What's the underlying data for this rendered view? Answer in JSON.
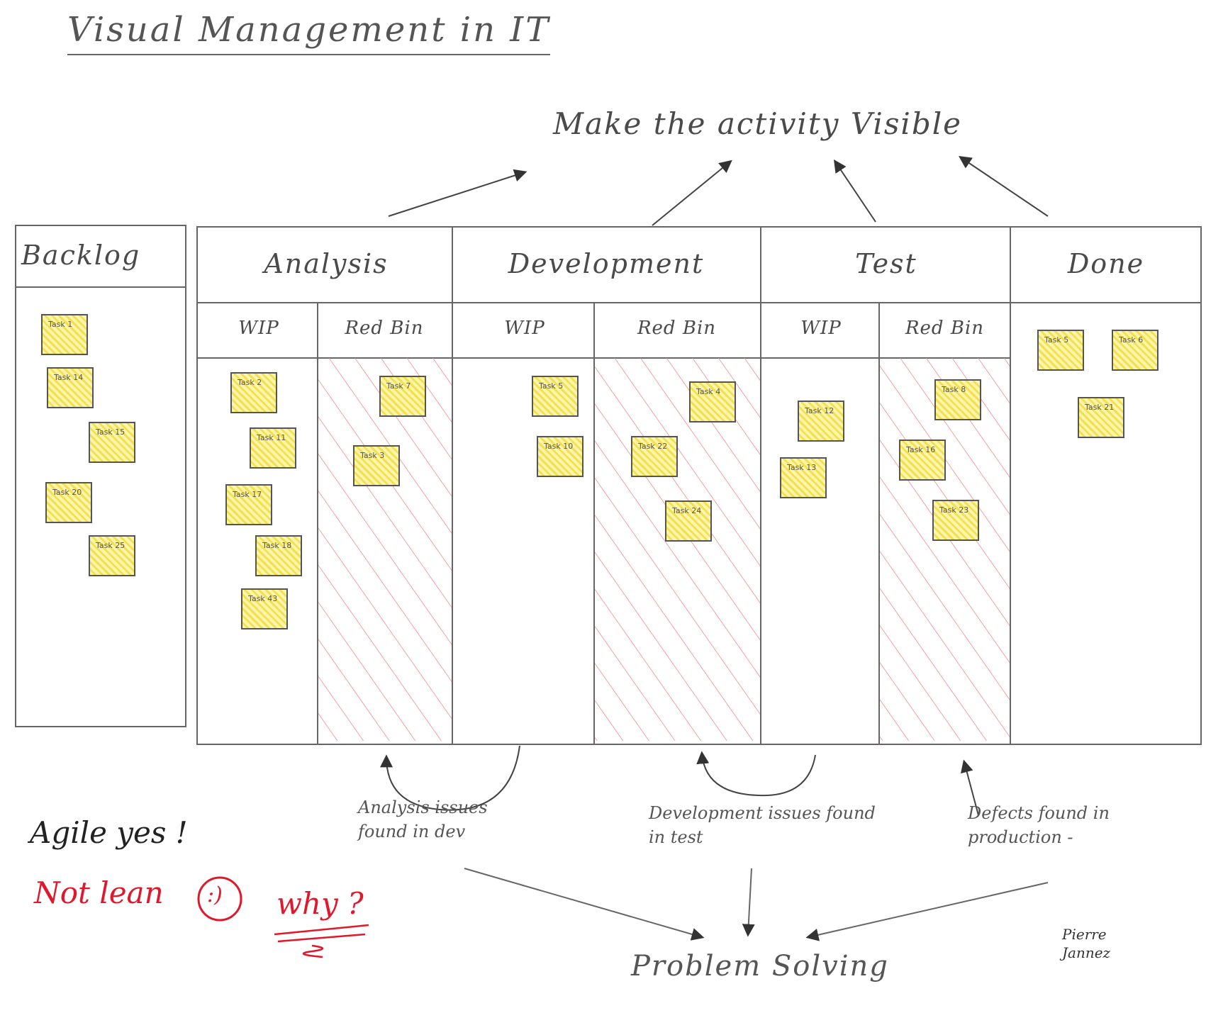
{
  "title": "Visual Management in IT",
  "subtitle": "Make the activity Visible",
  "backlog": {
    "header": "Backlog",
    "tasks": [
      "Task 1",
      "Task 14",
      "Task 15",
      "Task 20",
      "Task 25"
    ]
  },
  "board": {
    "columns": [
      {
        "label": "Analysis",
        "wip_label": "WIP",
        "redbin_label": "Red Bin"
      },
      {
        "label": "Development",
        "wip_label": "WIP",
        "redbin_label": "Red Bin"
      },
      {
        "label": "Test",
        "wip_label": "WIP",
        "redbin_label": "Red Bin"
      }
    ],
    "done_label": "Done",
    "tasks": {
      "analysis_wip": [
        "Task 2",
        "Task 11",
        "Task 17",
        "Task 18",
        "Task 43"
      ],
      "analysis_redbin": [
        "Task 7",
        "Task 3"
      ],
      "development_wip": [
        "Task 5",
        "Task 10"
      ],
      "development_redbin": [
        "Task 4",
        "Task 22",
        "Task 24"
      ],
      "test_wip": [
        "Task 12",
        "Task 13"
      ],
      "test_redbin": [
        "Task 8",
        "Task 16",
        "Task 23"
      ],
      "done": [
        "Task 5",
        "Task 6",
        "Task 21"
      ]
    }
  },
  "notes": {
    "analysis_issues": "Analysis issues found in dev",
    "development_issues": "Development issues found in test",
    "defects": "Defects found in production -"
  },
  "agile_text": "Agile yes !",
  "not_lean_text": "Not lean",
  "smiley": ":)",
  "why_text": "why ?",
  "problem_solving": "Problem Solving",
  "signature": "Pierre Jannez",
  "colors": {
    "redbin_hatch": "#f08a8a",
    "sticky_note": "#f5e56a",
    "accent_red": "#e0182b",
    "ink": "#555555"
  }
}
